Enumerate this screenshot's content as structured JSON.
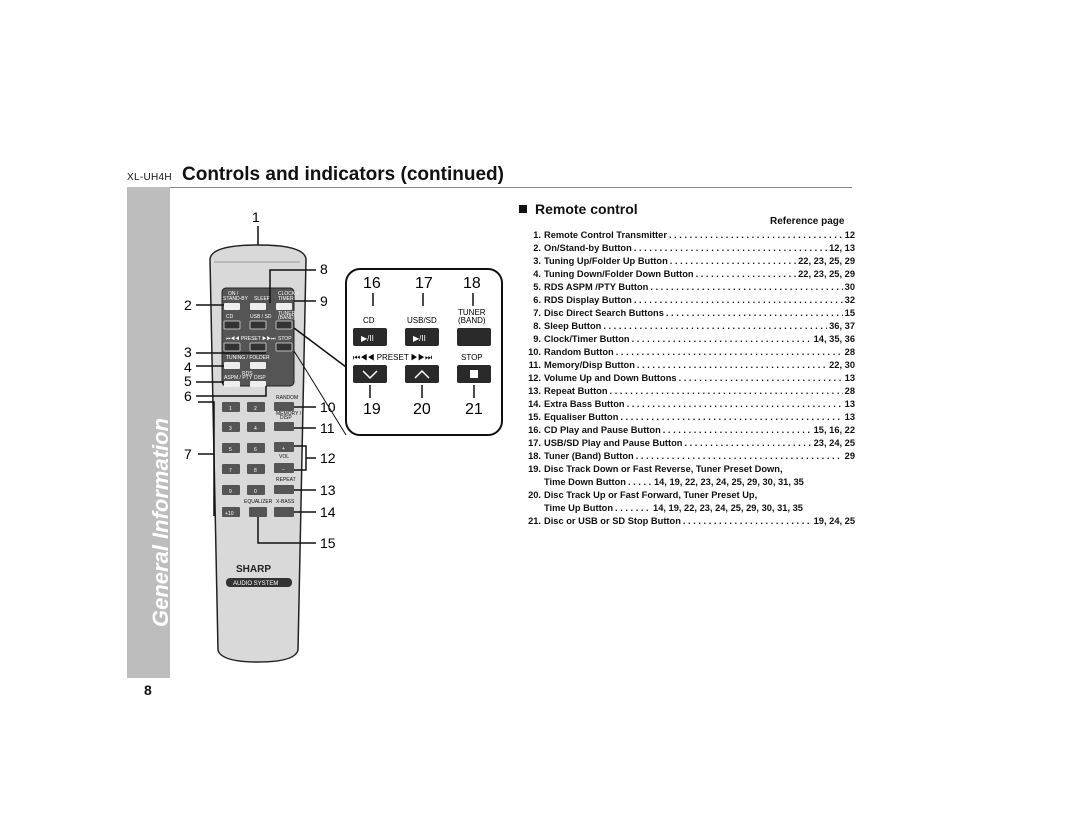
{
  "header": {
    "model": "XL-UH4H",
    "title": "Controls and indicators (continued)"
  },
  "sidebar": {
    "label": "General Information"
  },
  "page_number": "8",
  "remote": {
    "callouts": [
      "1",
      "2",
      "3",
      "4",
      "5",
      "6",
      "7",
      "8",
      "9",
      "10",
      "11",
      "12",
      "13",
      "14",
      "15"
    ],
    "labels": {
      "on_standby": "ON /\nSTAND-BY",
      "sleep": "SLEEP",
      "clock_timer": "CLOCK /\nTIMER",
      "cd": "CD",
      "usb_sd": "USB / SD",
      "tuner_band": "TUNER\n(BAND)",
      "play_pause": "▶/II",
      "preset": "⏮◀◀ PRESET ▶▶⏭",
      "stop": "STOP",
      "tuning_folder": "TUNING / FOLDER",
      "rds": "RDS",
      "aspm_pty": "ASPM / PTY",
      "disp": "DISP",
      "random": "RANDOM",
      "memory_disp": "MEMORY /\nDISP",
      "vol": "VOL",
      "repeat": "REPEAT",
      "equalizer": "EQUALIZER",
      "x_bass": "X-BASS",
      "digits": [
        "1",
        "2",
        "3",
        "4",
        "5",
        "6",
        "7",
        "8",
        "9",
        "0",
        "+10"
      ],
      "plus": "+",
      "minus": "−",
      "brand": "SHARP",
      "audio_system": "AUDIO SYSTEM"
    }
  },
  "inset": {
    "numbers": [
      "16",
      "17",
      "18",
      "19",
      "20",
      "21"
    ],
    "cd": "CD",
    "usb_sd": "USB/SD",
    "tuner": "TUNER",
    "band": "(BAND)",
    "play_pause": "▶/II",
    "preset": "⏮◀◀ PRESET ▶▶⏭",
    "stop": "STOP"
  },
  "section": {
    "heading": "Remote control",
    "ref_header": "Reference page",
    "items": [
      {
        "n": "1.",
        "label": "Remote Control Transmitter",
        "pages": "12"
      },
      {
        "n": "2.",
        "label": "On/Stand-by Button",
        "pages": "12, 13"
      },
      {
        "n": "3.",
        "label": "Tuning Up/Folder Up Button",
        "pages": "22, 23, 25, 29"
      },
      {
        "n": "4.",
        "label": "Tuning Down/Folder Down Button",
        "pages": "22, 23, 25, 29"
      },
      {
        "n": "5.",
        "label": "RDS ASPM /PTY Button",
        "pages": "30"
      },
      {
        "n": "6.",
        "label": "RDS Display Button",
        "pages": "32"
      },
      {
        "n": "7.",
        "label": "Disc Direct Search Buttons",
        "pages": "15"
      },
      {
        "n": "8.",
        "label": "Sleep Button",
        "pages": "36, 37"
      },
      {
        "n": "9.",
        "label": "Clock/Timer Button",
        "pages": "14, 35, 36"
      },
      {
        "n": "10.",
        "label": "Random Button",
        "pages": "28"
      },
      {
        "n": "11.",
        "label": "Memory/Disp Button",
        "pages": "22, 30"
      },
      {
        "n": "12.",
        "label": "Volume Up and Down Buttons",
        "pages": "13"
      },
      {
        "n": "13.",
        "label": "Repeat Button",
        "pages": "28"
      },
      {
        "n": "14.",
        "label": "Extra Bass Button",
        "pages": "13"
      },
      {
        "n": "15.",
        "label": "Equaliser Button",
        "pages": "13"
      },
      {
        "n": "16.",
        "label": "CD Play and Pause Button",
        "pages": "15, 16, 22"
      },
      {
        "n": "17.",
        "label": "USB/SD Play and Pause Button",
        "pages": "23, 24, 25"
      },
      {
        "n": "18.",
        "label": "Tuner (Band) Button",
        "pages": "29"
      }
    ],
    "item19": {
      "n": "19.",
      "line1": "Disc Track Down or Fast Reverse, Tuner Preset Down,",
      "line2": "Time Down Button",
      "pages": "14, 19, 22, 23, 24, 25, 29, 30, 31, 35"
    },
    "item20": {
      "n": "20.",
      "line1": "Disc Track Up or Fast Forward, Tuner Preset Up,",
      "line2": "Time Up Button",
      "pages": "14, 19, 22, 23, 24, 25, 29, 30, 31, 35"
    },
    "item21": {
      "n": "21.",
      "label": "Disc or USB or SD Stop Button",
      "pages": "19, 24, 25"
    }
  }
}
